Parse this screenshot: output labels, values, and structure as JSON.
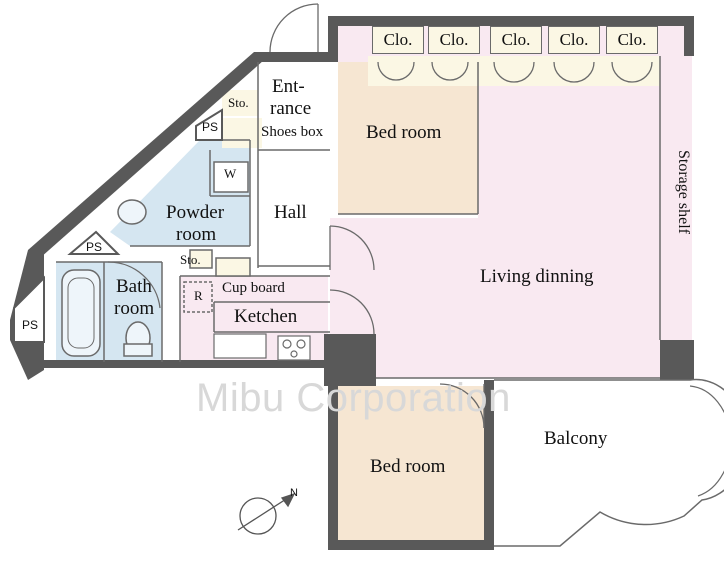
{
  "watermark": "Mibu Corporation",
  "colors": {
    "wall": "#595959",
    "bedroom": "#f6e6d2",
    "living": "#f9e9f1",
    "wet_area": "#d5e6f1",
    "hall": "#ffffff",
    "closet": "#fbf7e4",
    "kitchen": "#f9e9f1"
  },
  "rooms": {
    "entrance_1": "Ent-",
    "entrance_2": "rance",
    "shoes_box": "Shoes box",
    "storage_top": "Sto.",
    "bedroom_top": "Bed room",
    "closets": [
      "Clo.",
      "Clo.",
      "Clo.",
      "Clo.",
      "Clo."
    ],
    "storage_shelf": "Storage shelf",
    "hall": "Hall",
    "washer": "W",
    "powder_1": "Powder",
    "powder_2": "room",
    "storage_mid": "Sto.",
    "bath_1": "Bath",
    "bath_2": "room",
    "fridge": "R",
    "cupboard": "Cup board",
    "kitchen": "Ketchen",
    "living": "Living dinning",
    "bedroom_bottom": "Bed room",
    "balcony": "Balcony",
    "ps_top": "PS",
    "ps_mid": "PS",
    "ps_left": "PS"
  },
  "compass_label": "N"
}
